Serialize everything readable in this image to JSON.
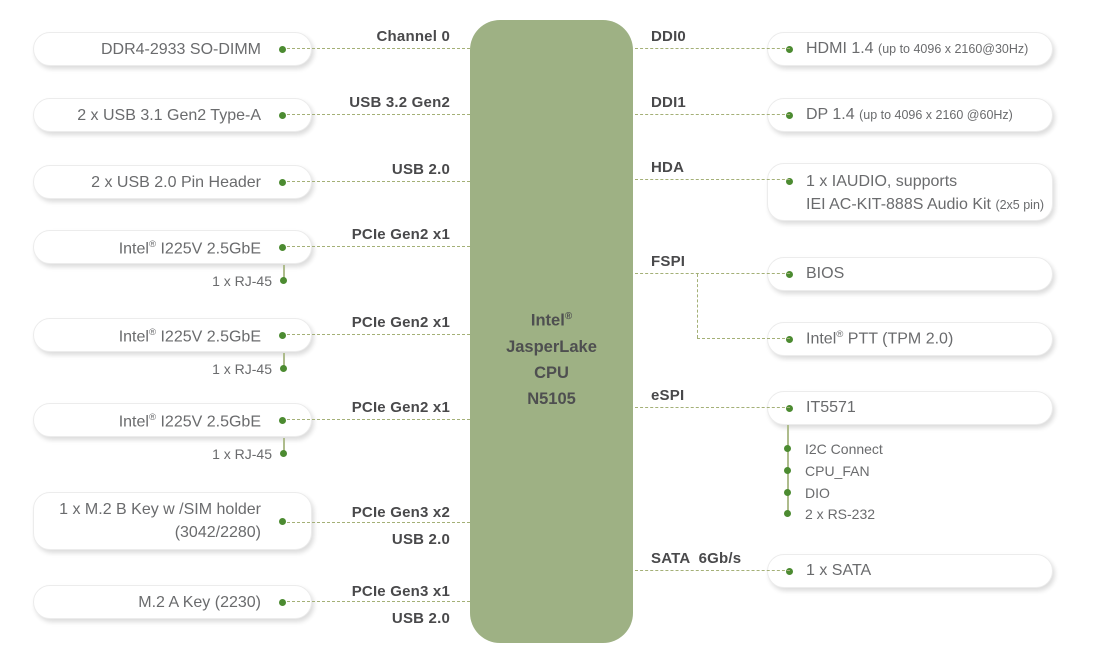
{
  "cpu": {
    "lines": [
      "Intel®",
      "JasperLake",
      "CPU",
      "N5105"
    ]
  },
  "left_rows": [
    {
      "box": "DDR4-2933 SO-DIMM",
      "bus": "Channel 0"
    },
    {
      "box": "2 x USB 3.1 Gen2 Type-A",
      "bus": "USB 3.2 Gen2"
    },
    {
      "box": "2 x USB 2.0 Pin Header",
      "bus": "USB 2.0"
    },
    {
      "box": "Intel® I225V 2.5GbE",
      "bus": "PCIe Gen2 x1",
      "sub": "1 x RJ-45"
    },
    {
      "box": "Intel® I225V 2.5GbE",
      "bus": "PCIe Gen2 x1",
      "sub": "1 x RJ-45"
    },
    {
      "box": "Intel® I225V 2.5GbE",
      "bus": "PCIe Gen2 x1",
      "sub": "1 x RJ-45"
    },
    {
      "box": "1 x M.2 B Key w /SIM holder\n(3042/2280)",
      "bus": "PCIe Gen3 x2",
      "bus2": "USB 2.0"
    },
    {
      "box": "M.2 A Key (2230)",
      "bus": "PCIe Gen3 x1",
      "bus2": "USB 2.0"
    }
  ],
  "right_rows": [
    {
      "bus": "DDI0",
      "box": "HDMI 1.4",
      "box_small": "(up to 4096 x 2160@30Hz)"
    },
    {
      "bus": "DDI1",
      "box": "DP 1.4",
      "box_small": "(up to 4096 x 2160 @60Hz)"
    },
    {
      "bus": "HDA",
      "box_line1": "1 x IAUDIO, supports",
      "box_line2": "IEI AC-KIT-888S Audio Kit",
      "box_line2_small": "(2x5 pin)"
    },
    {
      "bus": "FSPI",
      "box": "BIOS"
    },
    {
      "box": "Intel® PTT (TPM 2.0)"
    },
    {
      "bus": "eSPI",
      "box": "IT5571",
      "subs": [
        "I2C Connect",
        "CPU_FAN",
        "DIO",
        "2 x RS-232"
      ]
    },
    {
      "bus": "SATA  6Gb/s",
      "box": "1 x SATA"
    }
  ],
  "colors": {
    "cpu_block": "#9EB184",
    "dot_green": "#4C8B31",
    "dash_line": "#A4B077",
    "bus_label_text": "#49494B",
    "box_text": "#6A6B6D"
  }
}
